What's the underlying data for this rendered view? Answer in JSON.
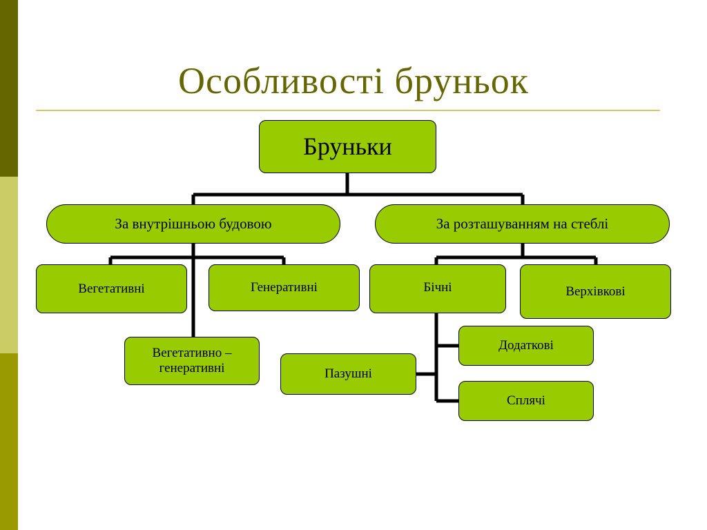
{
  "title": "Особливості  бруньок",
  "diagram": {
    "root": "Бруньки",
    "by_structure": {
      "label": "За внутрішньою будовою",
      "children": [
        "Вегетативні",
        "Генеративні"
      ],
      "extra_line1": "Вегетативно –",
      "extra_line2": "генеративні"
    },
    "by_position": {
      "label": "За розташуванням на стеблі",
      "lateral": "Бічні",
      "apical": "Верхівкові",
      "lateral_children": [
        "Пазушні",
        "Додаткові",
        "Сплячі"
      ]
    }
  },
  "colors": {
    "node_fill": "#99cc00",
    "title": "#666600",
    "sidebar_dark": "#666600",
    "sidebar_light": "#cccc66",
    "sidebar_mid": "#999900"
  }
}
